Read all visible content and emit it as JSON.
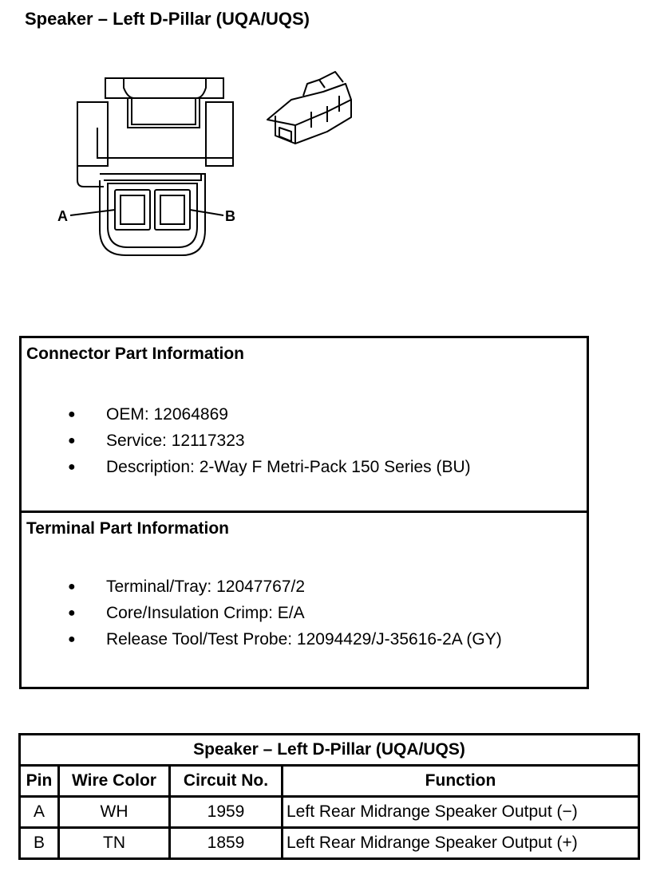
{
  "page_title": "Speaker – Left D-Pillar (UQA/UQS)",
  "diagram": {
    "label_a": "A",
    "label_b": "B"
  },
  "connector_info": {
    "heading": "Connector Part Information",
    "items": [
      "OEM: 12064869",
      "Service: 12117323",
      "Description: 2-Way F Metri-Pack 150 Series (BU)"
    ]
  },
  "terminal_info": {
    "heading": "Terminal Part Information",
    "items": [
      "Terminal/Tray: 12047767/2",
      "Core/Insulation Crimp: E/A",
      "Release Tool/Test Probe: 12094429/J-35616-2A (GY)"
    ]
  },
  "bullet_char": "●",
  "pin_table": {
    "title": "Speaker – Left D-Pillar (UQA/UQS)",
    "headers": [
      "Pin",
      "Wire Color",
      "Circuit No.",
      "Function"
    ],
    "rows": [
      [
        "A",
        "WH",
        "1959",
        "Left Rear Midrange Speaker Output (−)"
      ],
      [
        "B",
        "TN",
        "1859",
        "Left Rear Midrange Speaker Output (+)"
      ]
    ]
  }
}
